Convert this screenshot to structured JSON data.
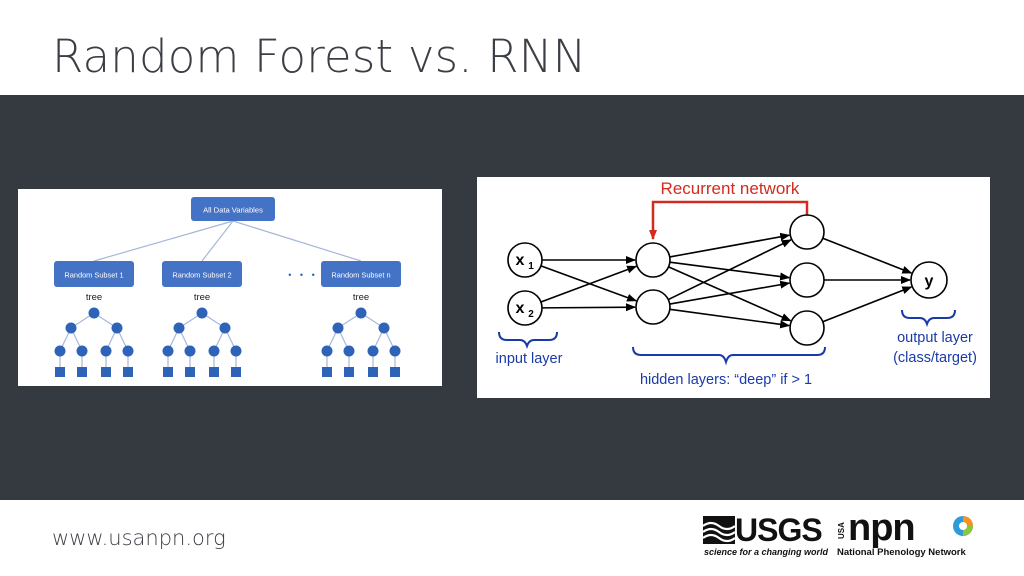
{
  "slide": {
    "title": "Random Forest vs. RNN",
    "footer_url": "www.usanpn.org"
  },
  "random_forest": {
    "root_label": "All Data Variables",
    "subsets": [
      {
        "label": "Random Subset 1",
        "tree_label": "tree"
      },
      {
        "label": "Random Subset 2",
        "tree_label": "tree"
      },
      {
        "label": "Random Subset n",
        "tree_label": "tree"
      }
    ],
    "ellipsis": "• • •",
    "colors": {
      "box": "#4472c4",
      "node": "#2f63b7",
      "edge": "#a6b8d8"
    }
  },
  "rnn": {
    "recurrent_label": "Recurrent network",
    "inputs": [
      {
        "symbol": "x",
        "subscript": "1"
      },
      {
        "symbol": "x",
        "subscript": "2"
      }
    ],
    "output_symbol": "y",
    "input_layer_label": "input layer",
    "hidden_layer_label": "hidden layers: “deep” if > 1",
    "output_layer_label_line1": "output layer",
    "output_layer_label_line2": "(class/target)",
    "colors": {
      "recurrent": "#d22b20",
      "labels": "#1a3aa8",
      "brace": "#1a3aa8",
      "node": "#000000"
    }
  },
  "logos": {
    "usgs_name": "USGS",
    "usgs_tagline": "science for a changing world",
    "npn_usa": "USA",
    "npn_name": "npn",
    "npn_tagline": "National Phenology Network"
  }
}
